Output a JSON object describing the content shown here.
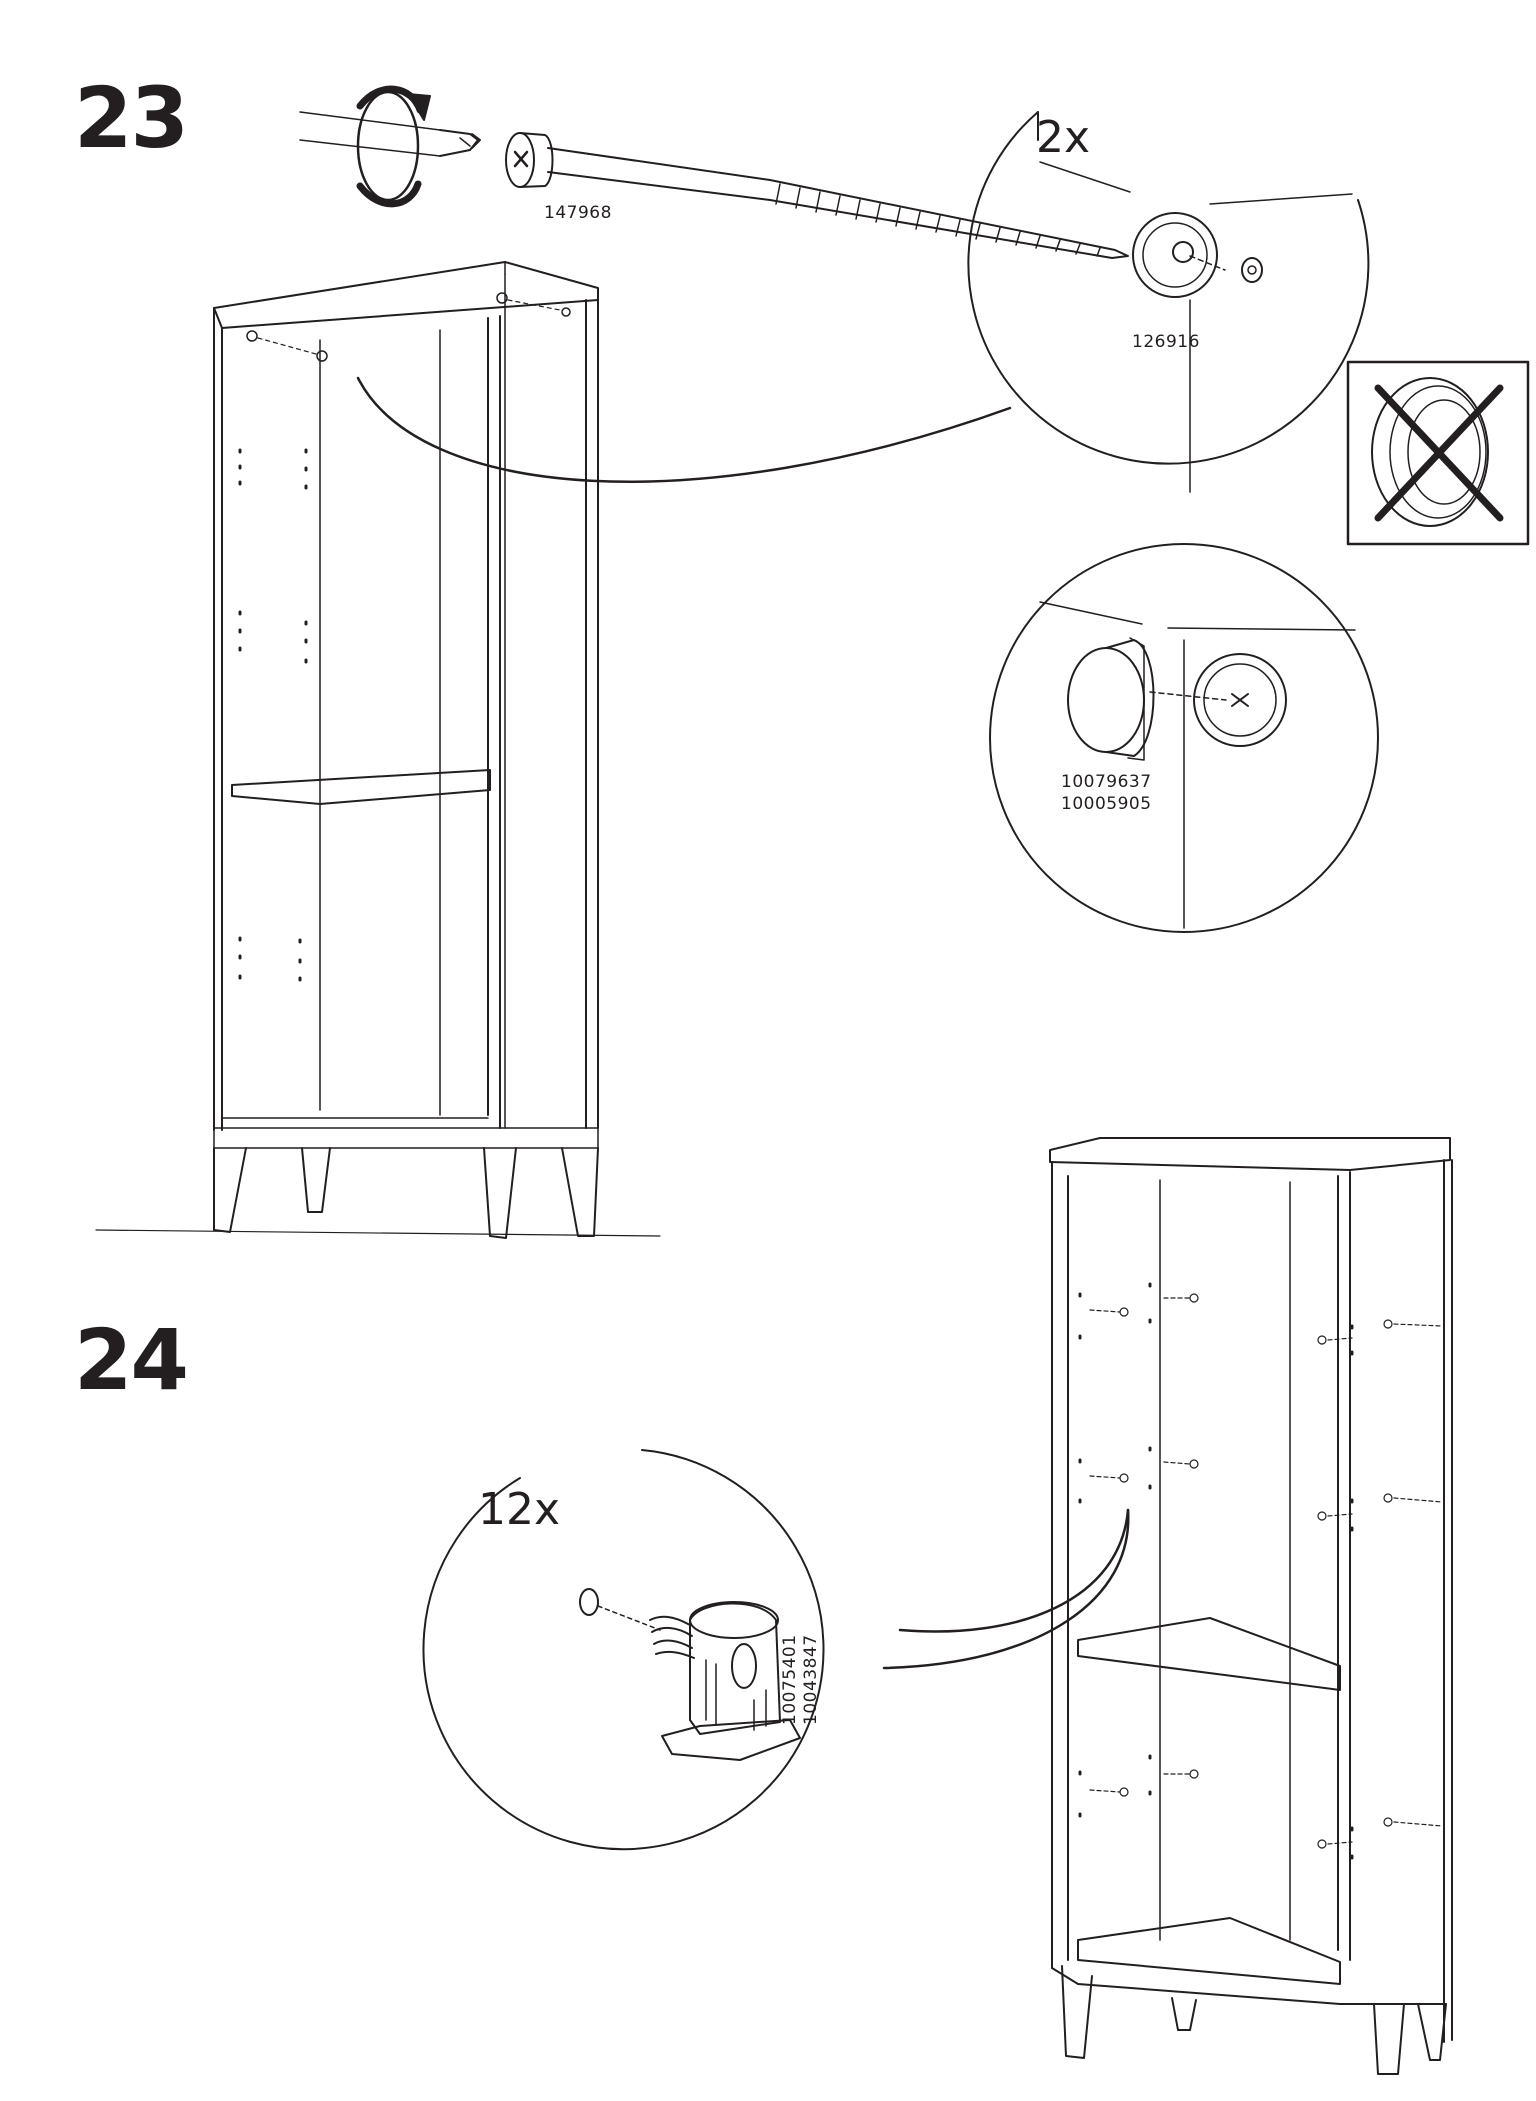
{
  "steps": [
    {
      "number": "23",
      "quantity": "2x",
      "parts": {
        "screw": "147968",
        "washer": "126916",
        "cap_1": "10079637",
        "cap_2": "10005905"
      },
      "icons": [
        "rotate-clockwise-icon",
        "screwdriver-icon",
        "wrong-washer-crossed-icon"
      ]
    },
    {
      "number": "24",
      "quantity": "12x",
      "parts": {
        "shelf_support_1": "10075401",
        "shelf_support_2": "10043847"
      }
    }
  ]
}
